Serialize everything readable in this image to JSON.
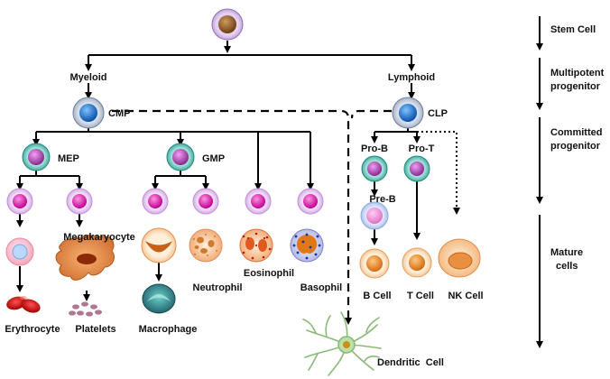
{
  "diagram": {
    "nodes": {
      "myeloid": "Myeloid",
      "lymphoid": "Lymphoid",
      "cmp": "CMP",
      "clp": "CLP",
      "mep": "MEP",
      "gmp": "GMP",
      "pro_b": "Pro-B",
      "pro_t": "Pro-T",
      "pre_b": "Pre-B",
      "megakaryocyte": "Megakaryocyte",
      "erythrocyte": "Erythrocyte",
      "platelets": "Platelets",
      "macrophage": "Macrophage",
      "neutrophil": "Neutrophil",
      "eosinophil": "Eosinophil",
      "basophil": "Basophil",
      "b_cell": "B Cell",
      "t_cell": "T Cell",
      "nk_cell": "NK Cell",
      "dendritic_cell": "Dendritic  Cell"
    },
    "stages": {
      "stem_cell": "Stem Cell",
      "multipotent_1": "Multipotent",
      "multipotent_2": "progenitor",
      "committed_1": "Committed",
      "committed_2": "progenitor",
      "mature_1": "Mature",
      "mature_2": "cells"
    },
    "colors": {
      "stem_outer": "#c8a8e0",
      "stem_inner": "#8b5a2b",
      "progenitor_outer": "#b8c4d8",
      "progenitor_inner": "#1e78d8",
      "committed_outer": "#40b8a8",
      "committed_inner": "#b040b0",
      "precursor_outer": "#d9a8e8",
      "precursor_inner": "#e020a8",
      "arrow": "#000000"
    }
  }
}
